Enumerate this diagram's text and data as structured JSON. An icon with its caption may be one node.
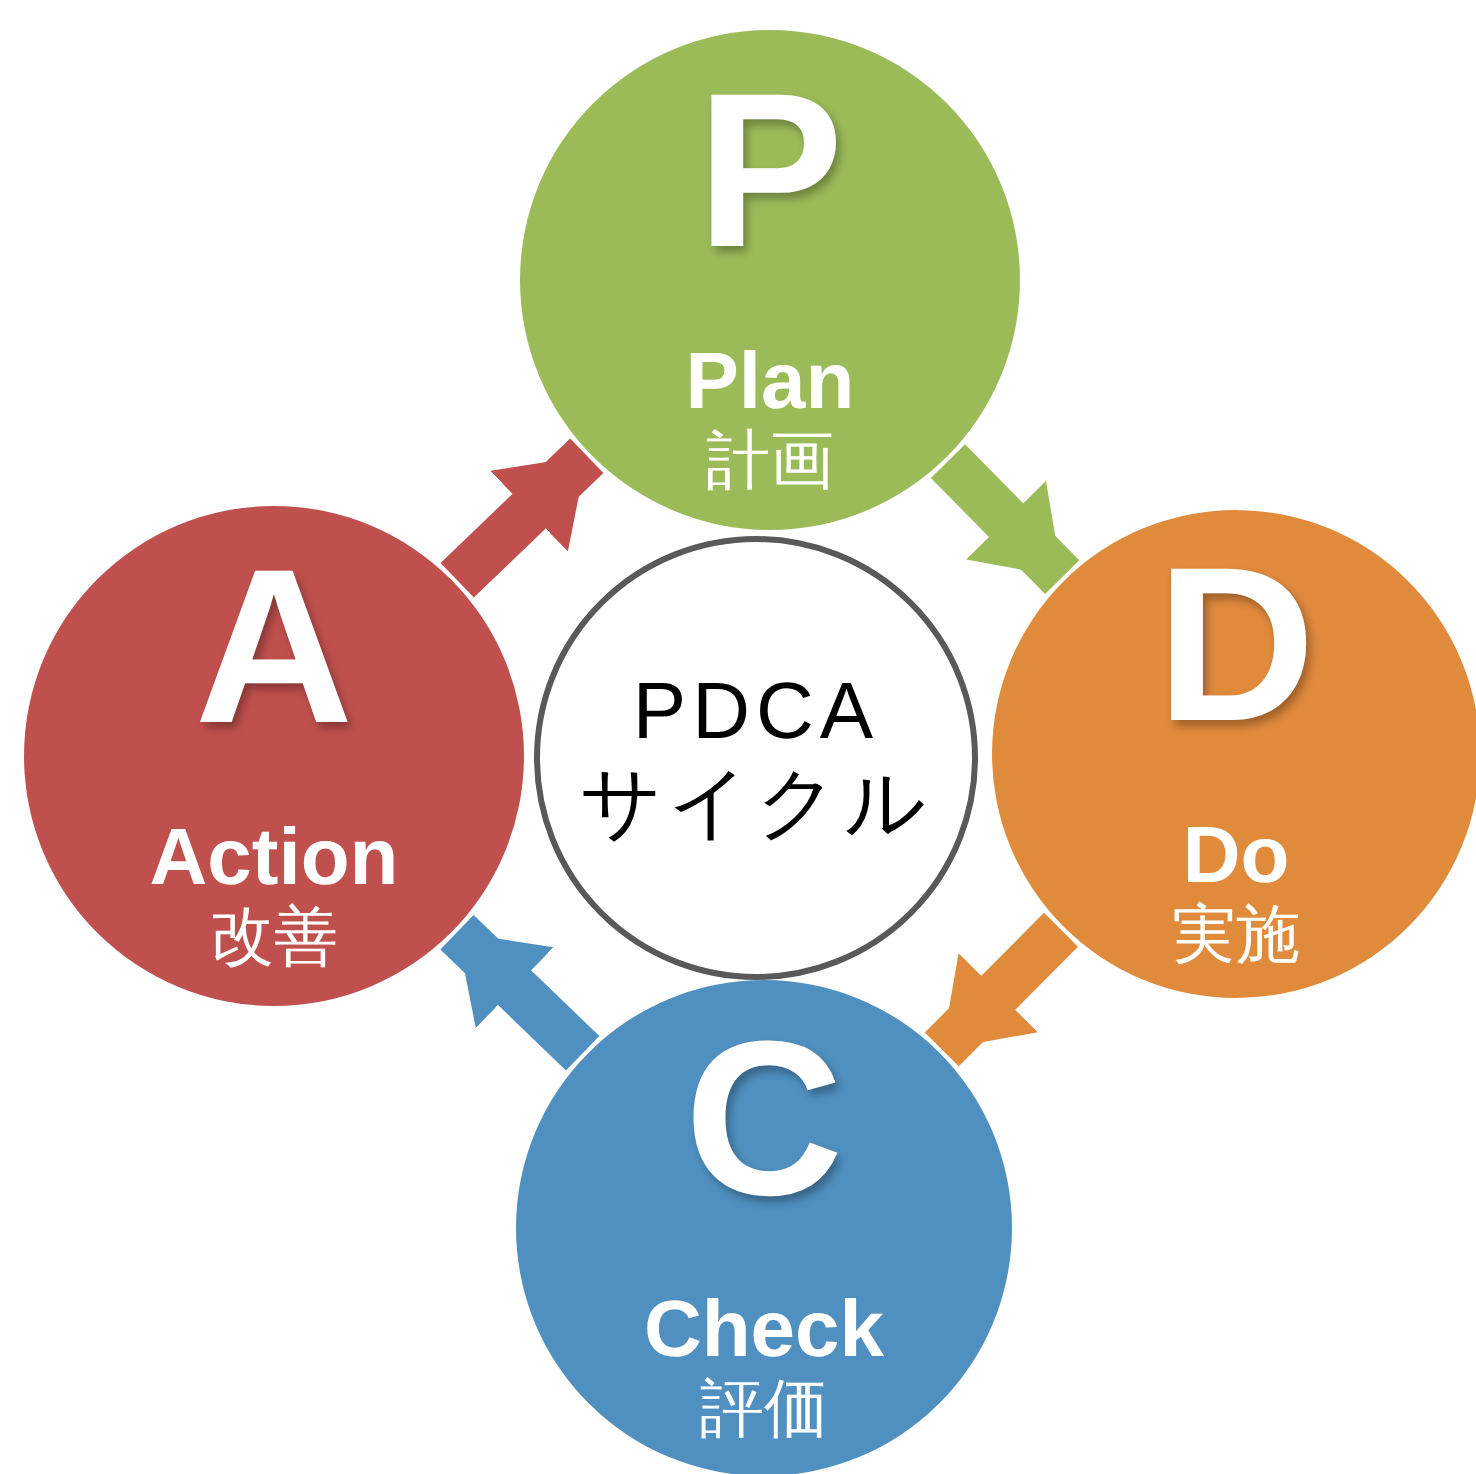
{
  "diagram": {
    "nodes": [
      {
        "text": [
          "P",
          "Plan",
          "計画"
        ]
      },
      {
        "text": [
          "D",
          "Do",
          "実施"
        ]
      },
      {
        "text": [
          "C",
          "Check",
          "評価"
        ]
      },
      {
        "text": [
          "A",
          "Action",
          "改善"
        ]
      },
      {
        "text": [
          "PDCA サイクル"
        ]
      }
    ],
    "edges": [
      {
        "from": 0,
        "to": 1,
        "arrow": "to",
        "color": "#9bbb59"
      },
      {
        "from": 1,
        "to": 2,
        "arrow": "to",
        "color": "#e08a3c"
      },
      {
        "from": 2,
        "to": 3,
        "arrow": "to",
        "color": "#4f90c0"
      },
      {
        "from": 3,
        "to": 0,
        "arrow": "to",
        "color": "#c0504d"
      }
    ]
  }
}
